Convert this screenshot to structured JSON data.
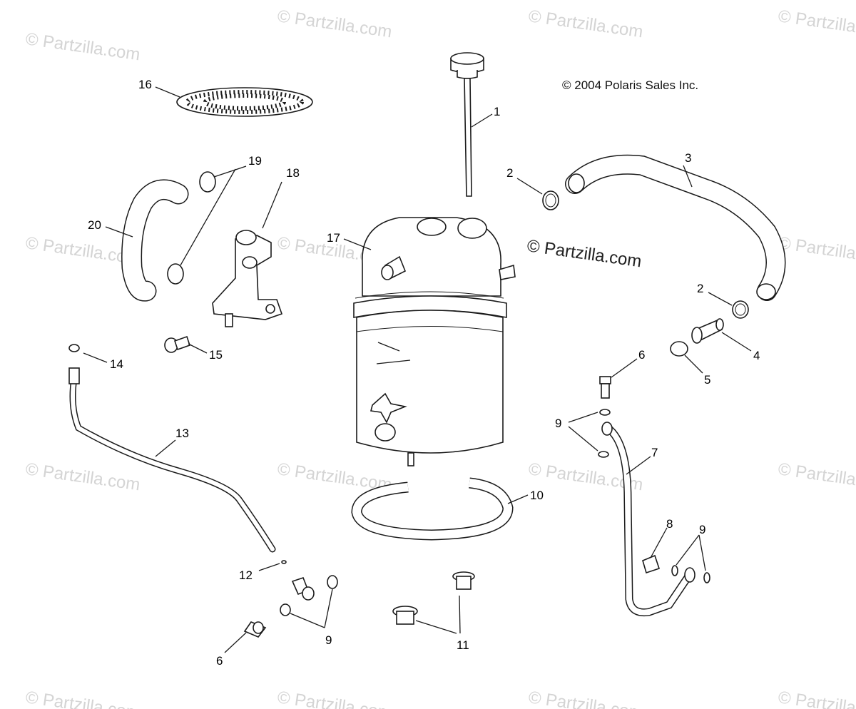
{
  "copyright": "© 2004 Polaris Sales Inc.",
  "center_watermark": "© Partzilla.com",
  "tile_watermark": "© Partzilla.com",
  "callouts": [
    "1",
    "2",
    "2",
    "3",
    "4",
    "5",
    "6",
    "6",
    "7",
    "8",
    "9",
    "9",
    "9",
    "10",
    "11",
    "12",
    "13",
    "14",
    "15",
    "16",
    "17",
    "18",
    "19",
    "20"
  ],
  "colors": {
    "ink": "#1a1a1a",
    "watermark": "#d4d4d4",
    "background": "#ffffff"
  }
}
